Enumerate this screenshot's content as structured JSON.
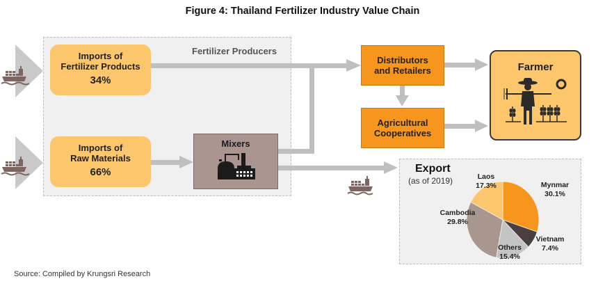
{
  "title": "Figure 4: Thailand Fertilizer Industry Value Chain",
  "producers": {
    "label": "Fertilizer Producers"
  },
  "imports": [
    {
      "title_line1": "Imports of",
      "title_line2": "Fertilizer Products",
      "share": "34%"
    },
    {
      "title_line1": "Imports of",
      "title_line2": "Raw Materials",
      "share": "66%"
    }
  ],
  "mixers": {
    "label": "Mixers",
    "icon": "factory-icon"
  },
  "distributors": {
    "line1": "Distributors",
    "line2": "and Retailers"
  },
  "cooperatives": {
    "line1": "Agricultural",
    "line2": "Cooperatives"
  },
  "farmer": {
    "label": "Farmer",
    "icon": "farmer-icon"
  },
  "export": {
    "title": "Export",
    "subtitle": "(as of 2019)",
    "icon": "cargo-ship-icon"
  },
  "colors": {
    "import_box": "#fcc76c",
    "orange_box": "#f7961d",
    "mixer_box": "#ab9590",
    "arrow": "#bfbfbf",
    "ship": "#7b6661"
  },
  "chart_data": {
    "type": "pie",
    "title": "Export",
    "subtitle": "(as of 2019)",
    "unit": "%",
    "slices": [
      {
        "label": "Mynmar",
        "value": 30.1,
        "value_label": "30.1%",
        "color": "#f7961d"
      },
      {
        "label": "Vietnam",
        "value": 7.4,
        "value_label": "7.4%",
        "color": "#4a3f3e"
      },
      {
        "label": "Others",
        "value": 15.4,
        "value_label": "15.4%",
        "color": "#c4c4c4"
      },
      {
        "label": "Cambodia",
        "value": 29.8,
        "value_label": "29.8%",
        "color": "#a8968f"
      },
      {
        "label": "Laos",
        "value": 17.3,
        "value_label": "17.3%",
        "color": "#fcc76c"
      }
    ]
  },
  "source": "Source: Compiled by Krungsri Research"
}
